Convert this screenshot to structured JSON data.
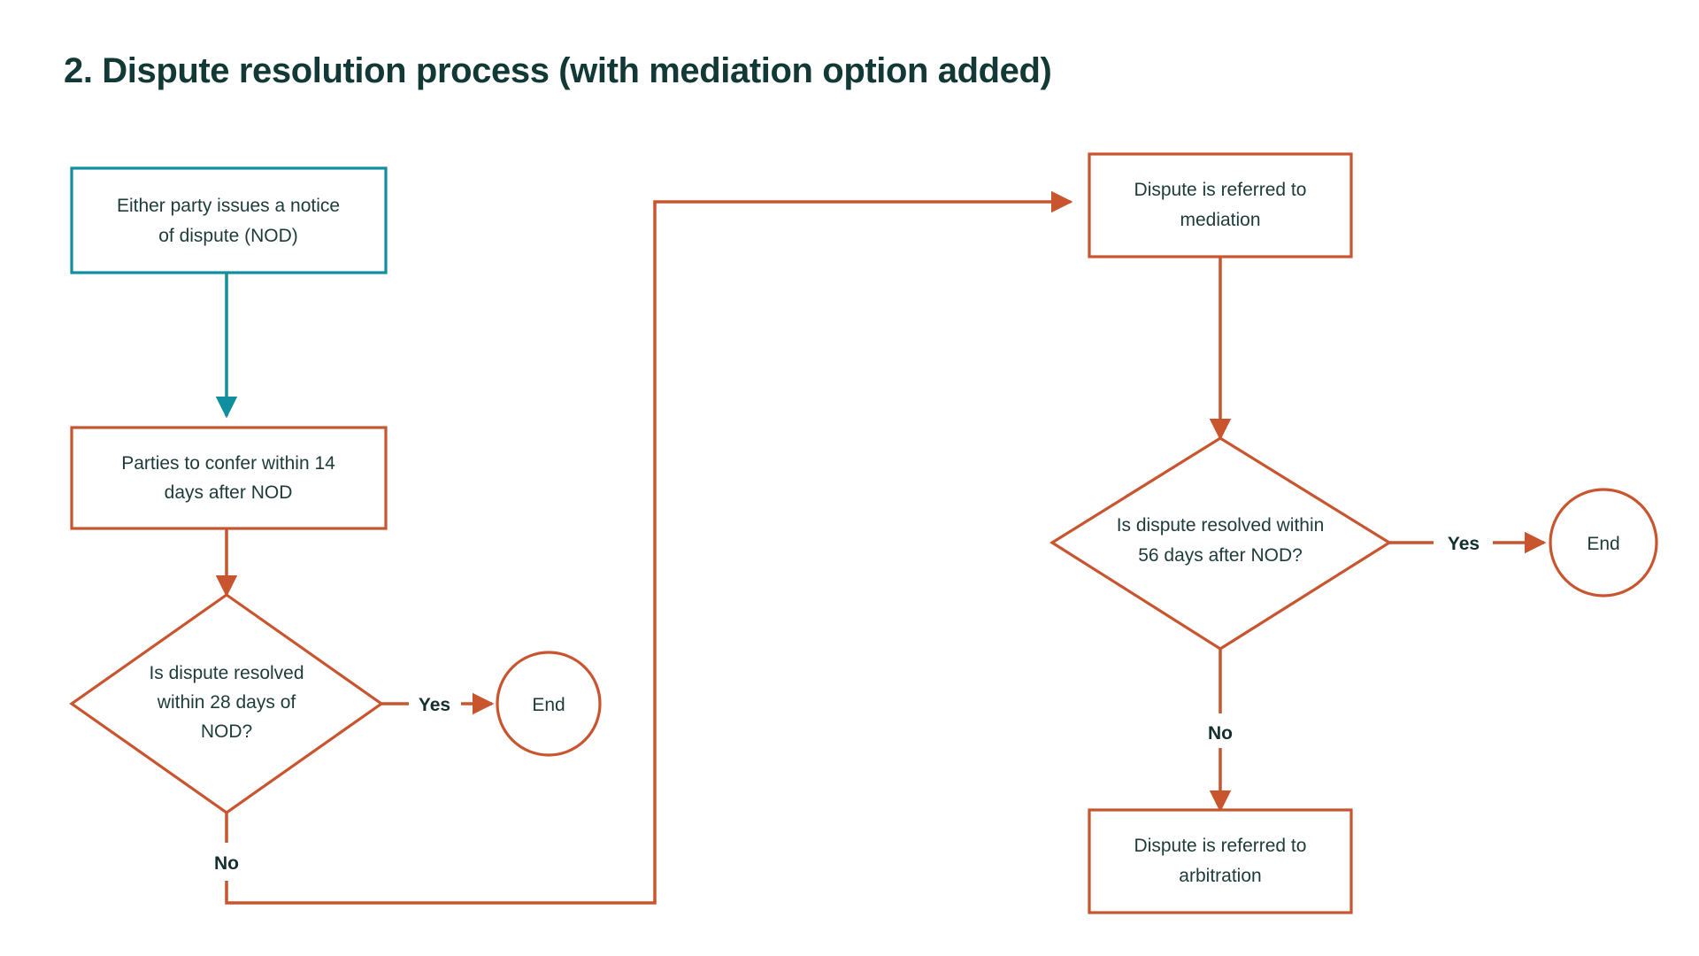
{
  "page": {
    "title": "2. Dispute resolution process (with mediation option added)",
    "background": "#ffffff"
  },
  "colors": {
    "accent_orange": "#c9552f",
    "accent_teal": "#128f9e",
    "text_dark": "#1d3b39",
    "title": "#123936"
  },
  "chart_data": {
    "type": "diagram",
    "title": "2. Dispute resolution process (with mediation option added)",
    "nodes": [
      {
        "id": "nod",
        "shape": "rectangle",
        "border": "#128f9e",
        "lines": [
          "Either party issues a notice",
          "of dispute (NOD)"
        ]
      },
      {
        "id": "confer",
        "shape": "rectangle",
        "border": "#c9552f",
        "lines": [
          "Parties to confer within 14",
          "days after NOD"
        ]
      },
      {
        "id": "decision28",
        "shape": "diamond",
        "border": "#c9552f",
        "lines": [
          "Is dispute resolved",
          "within 28 days of",
          "NOD?"
        ]
      },
      {
        "id": "end1",
        "shape": "circle",
        "border": "#c9552f",
        "lines": [
          "End"
        ]
      },
      {
        "id": "mediation",
        "shape": "rectangle",
        "border": "#c9552f",
        "lines": [
          "Dispute is referred to",
          "mediation"
        ]
      },
      {
        "id": "decision56",
        "shape": "diamond",
        "border": "#c9552f",
        "lines": [
          "Is dispute resolved within",
          "56 days after NOD?"
        ]
      },
      {
        "id": "end2",
        "shape": "circle",
        "border": "#c9552f",
        "lines": [
          "End"
        ]
      },
      {
        "id": "arbitration",
        "shape": "rectangle",
        "border": "#c9552f",
        "lines": [
          "Dispute is referred to",
          "arbitration"
        ]
      }
    ],
    "edges": [
      {
        "from": "nod",
        "to": "confer",
        "label": "",
        "color": "#128f9e"
      },
      {
        "from": "confer",
        "to": "decision28",
        "label": "",
        "color": "#c9552f"
      },
      {
        "from": "decision28",
        "to": "end1",
        "label": "Yes",
        "color": "#c9552f"
      },
      {
        "from": "decision28",
        "to": "mediation",
        "label": "No",
        "color": "#c9552f"
      },
      {
        "from": "mediation",
        "to": "decision56",
        "label": "",
        "color": "#c9552f"
      },
      {
        "from": "decision56",
        "to": "end2",
        "label": "Yes",
        "color": "#c9552f"
      },
      {
        "from": "decision56",
        "to": "arbitration",
        "label": "No",
        "color": "#c9552f"
      }
    ]
  },
  "nodes": {
    "nod": {
      "line1": "Either party issues a notice",
      "line2": "of dispute (NOD)"
    },
    "confer": {
      "line1": "Parties to confer within 14",
      "line2": "days after NOD"
    },
    "decision28": {
      "line1": "Is dispute resolved",
      "line2": "within 28 days of",
      "line3": "NOD?"
    },
    "end1": {
      "line1": "End"
    },
    "mediation": {
      "line1": "Dispute is referred to",
      "line2": "mediation"
    },
    "decision56": {
      "line1": "Is dispute resolved within",
      "line2": "56 days after NOD?"
    },
    "end2": {
      "line1": "End"
    },
    "arbitration": {
      "line1": "Dispute is referred to",
      "line2": "arbitration"
    }
  },
  "labels": {
    "yes_left": "Yes",
    "no_left": "No",
    "yes_right": "Yes",
    "no_right": "No"
  }
}
